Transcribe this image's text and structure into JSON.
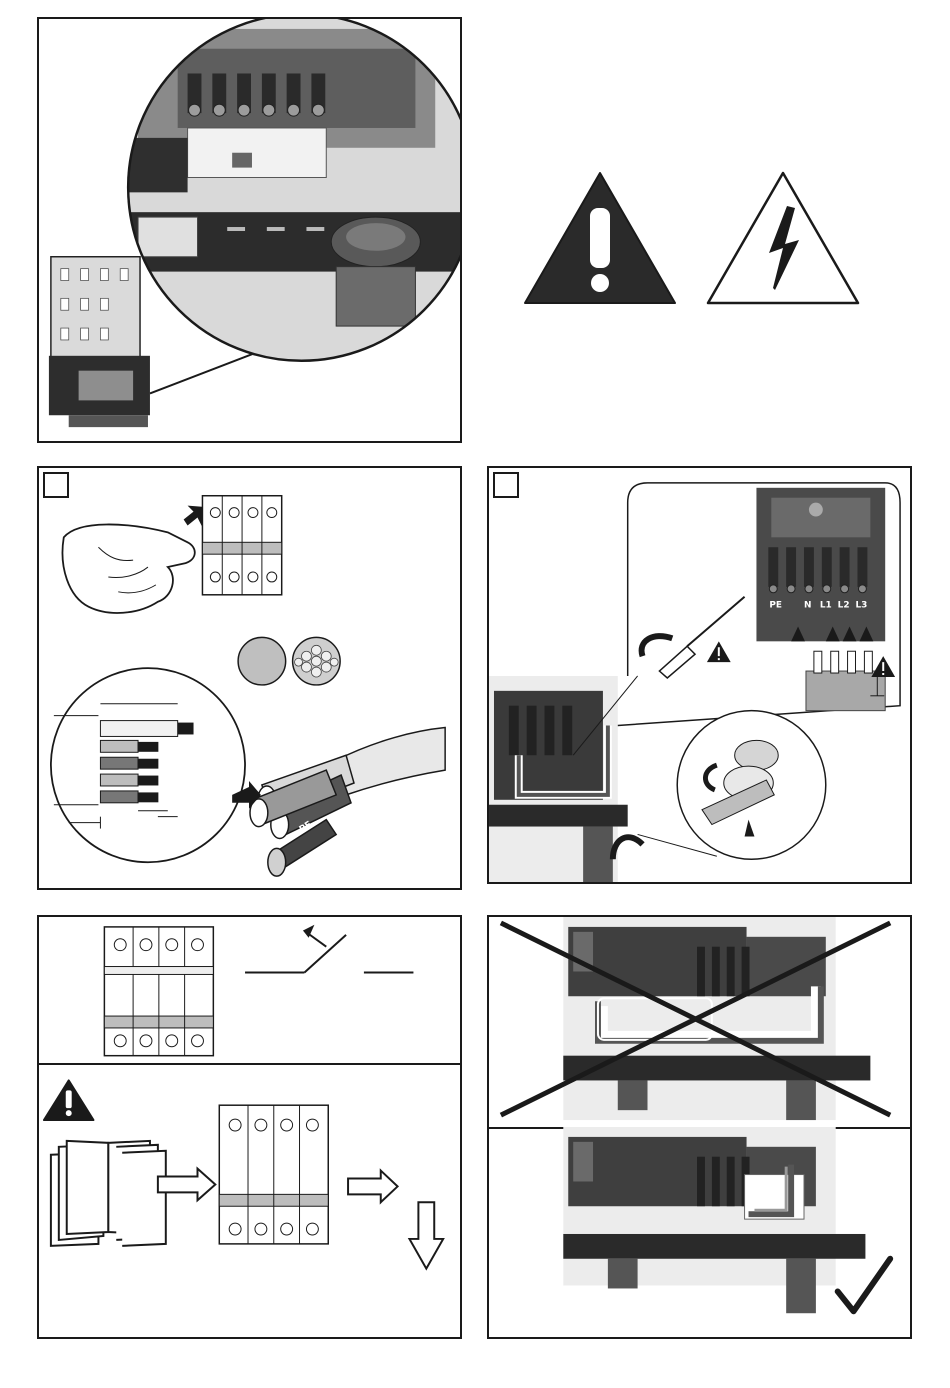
{
  "terminal_labels": [
    "PE",
    "N",
    "L1",
    "L2",
    "L3"
  ],
  "cable_marking": "PE",
  "colors": {
    "line": "#1a1a1a",
    "housing_dark": "#3a3a3a",
    "housing_mid": "#6b6b6b",
    "light_grey": "#c8c8c8",
    "wire_grey": "#9a9a9a",
    "background_grey": "#e6e6e6"
  },
  "icons": {
    "general_warning": "warning-triangle-filled-icon",
    "electrical_hazard": "high-voltage-triangle-icon",
    "manual": "read-manual-book-icon",
    "correct": "checkmark-icon",
    "wrong": "cross-out-icon"
  }
}
